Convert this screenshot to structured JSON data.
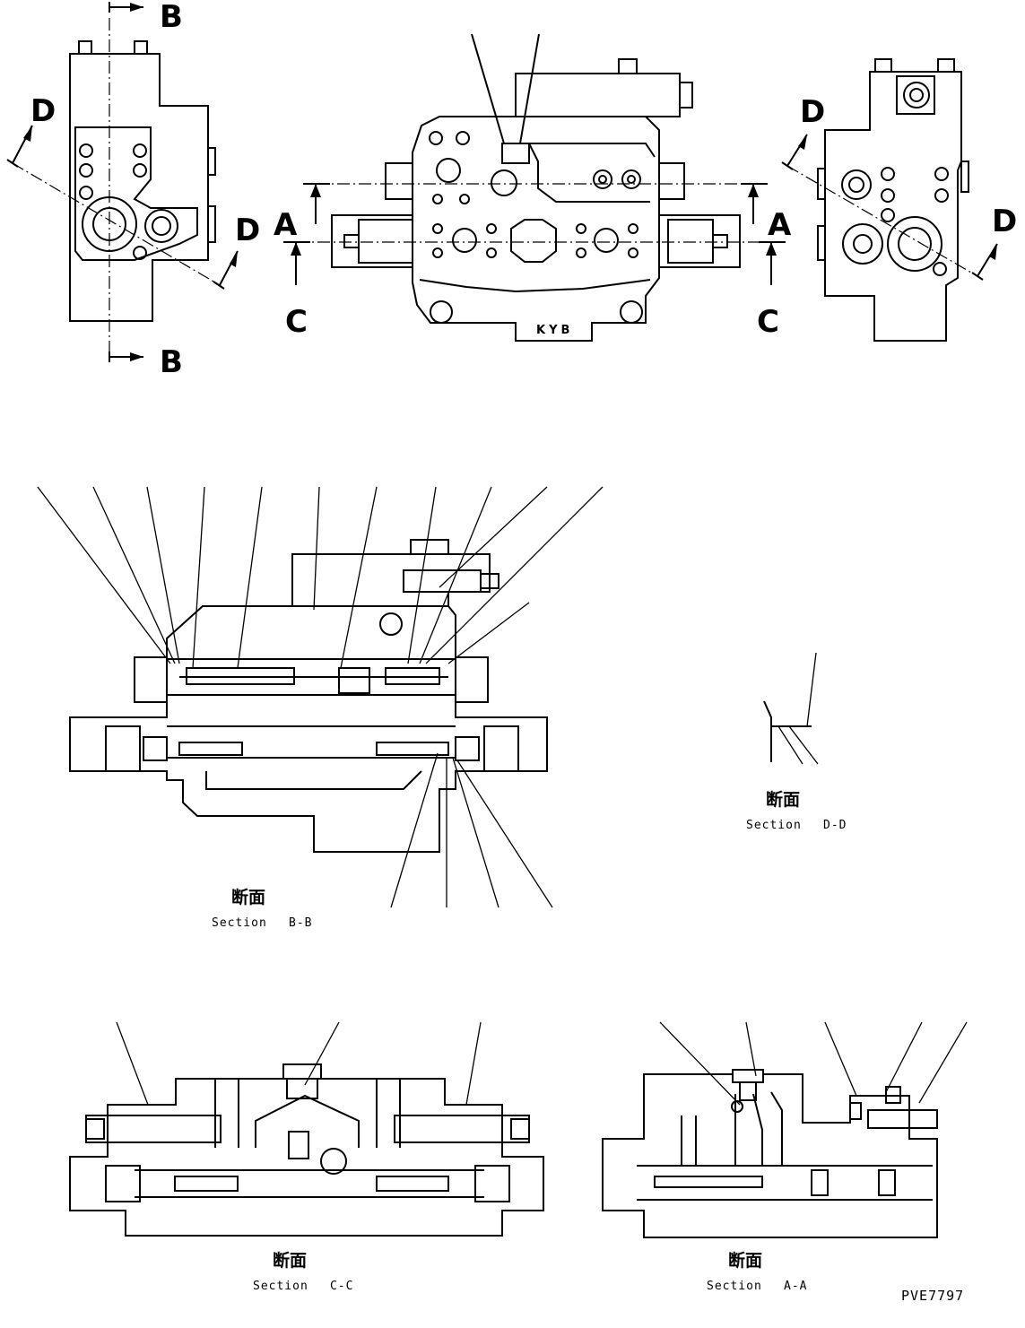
{
  "sections": {
    "bb": {
      "title": "断面",
      "label": "Section",
      "name": "B-B"
    },
    "dd": {
      "title": "断面",
      "label": "Section",
      "name": "D-D"
    },
    "cc": {
      "title": "断面",
      "label": "Section",
      "name": "C-C"
    },
    "aa": {
      "title": "断面",
      "label": "Section",
      "name": "A-A"
    }
  },
  "cut_markers": {
    "a": "A",
    "b": "B",
    "c": "C",
    "d": "D"
  },
  "body_mark": "KYB",
  "drawing_code": "PVE7797"
}
